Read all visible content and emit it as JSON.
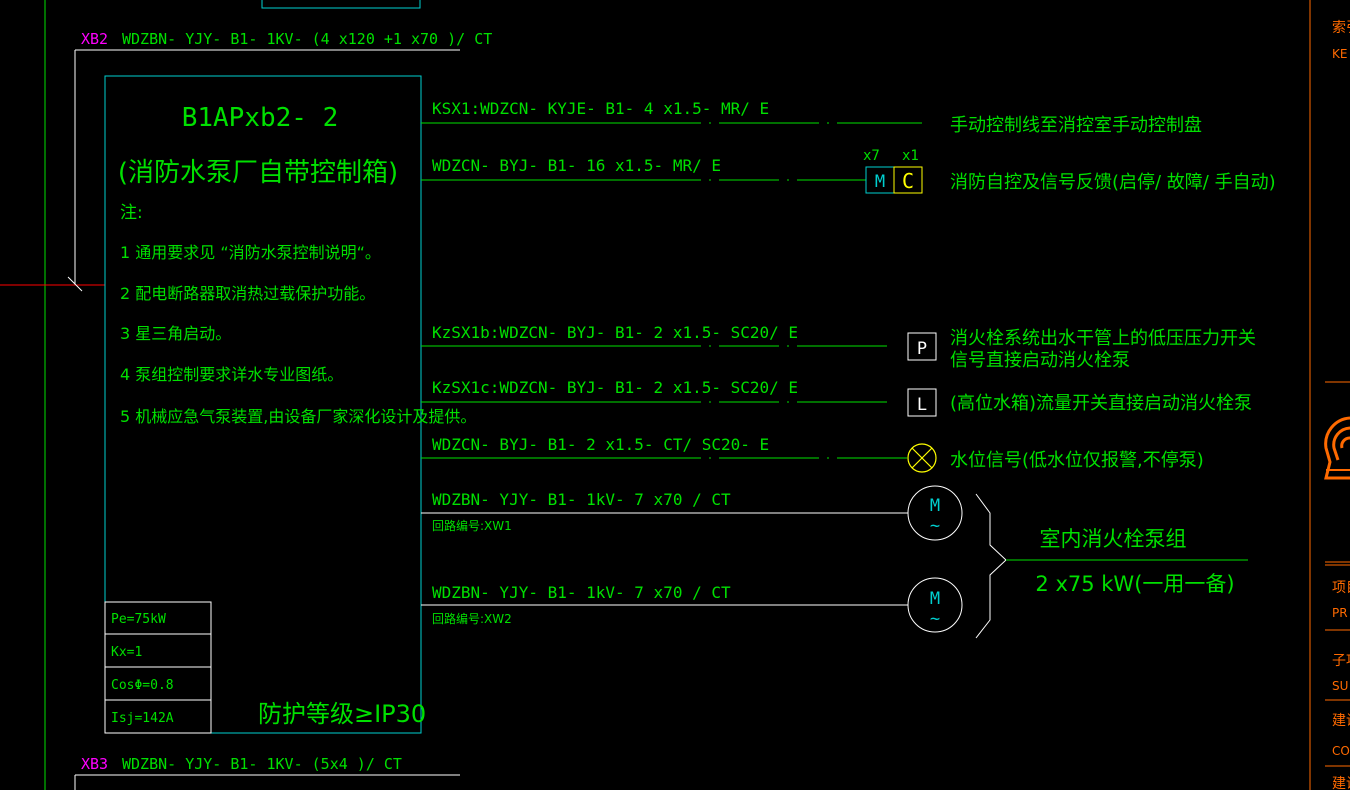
{
  "colors": {
    "cyan": "#00cfcf",
    "green": "#00e000",
    "magenta": "#ff00ff",
    "white": "#ffffff",
    "red": "#ff0000",
    "orange": "#ff6a00",
    "yellow": "#ffff00"
  },
  "feeders": {
    "xb2_tag": "XB2",
    "xb2_cable": "WDZBN- YJY- B1- 1KV- (4 x120 +1 x70 )/ CT",
    "xb3_tag": "XB3",
    "xb3_cable": "WDZBN- YJY- B1- 1KV- (5x4 )/ CT"
  },
  "panel": {
    "name": "B1APxb2- 2",
    "subtitle": "(消防水泵厂自带控制箱)",
    "notes_heading": "注:",
    "notes": [
      "1  通用要求见 “消防水泵控制说明“。",
      "2  配电断路器取消热过载保护功能。",
      "3  星三角启动。",
      "4  泵组控制要求详水专业图纸。",
      "5  机械应急气泵装置,由设备厂家深化设计及提供。"
    ],
    "params": [
      "Pe=75kW",
      "Kx=1",
      "CosΦ=0.8",
      "Isj=142A"
    ],
    "protection": "防护等级≥IP30"
  },
  "circuits": {
    "c1_cable": "KSX1:WDZCN- KYJE- B1- 4 x1.5- MR/ E",
    "c1_desc": "手动控制线至消控室手动控制盘",
    "c2_cable": "WDZCN- BYJ- B1- 16 x1.5- MR/ E",
    "c2_mark_left": "x7",
    "c2_mark_right": "x1",
    "c2_box_m": "M",
    "c2_box_c": "C",
    "c2_desc": "消防自控及信号反馈(启停/ 故障/ 手自动)",
    "c3_cable": "KzSX1b:WDZCN- BYJ- B1- 2 x1.5- SC20/ E",
    "c3_box": "P",
    "c3_desc_1": "消火栓系统出水干管上的低压压力开关",
    "c3_desc_2": "信号直接启动消火栓泵",
    "c4_cable": "KzSX1c:WDZCN- BYJ- B1- 2 x1.5- SC20/ E",
    "c4_box": "L",
    "c4_desc": "(高位水箱)流量开关直接启动消火栓泵",
    "c5_cable": "WDZCN- BYJ- B1- 2 x1.5- CT/ SC20- E",
    "c5_desc": "水位信号(低水位仅报警,不停泵)",
    "m1_cable": "WDZBN- YJY- B1- 1kV- 7 x70 / CT",
    "m1_loop": "回路编号:XW1",
    "m2_cable": "WDZBN- YJY- B1- 1kV- 7 x70 / CT",
    "m2_loop": "回路编号:XW2",
    "motor_symbol": "M",
    "motor_tilde": "~"
  },
  "pump_group": {
    "title": "室内消火栓泵组",
    "rating": "2 x75 kW(一用一备)"
  },
  "title_block": {
    "r1_cn": "索引",
    "r1_en": "KE",
    "r2_cn": "项目",
    "r2_en": "PR",
    "r3_cn": "子项",
    "r3_en": "SU",
    "r4_cn": "建设",
    "r4_en": "CO",
    "r5_cn": "建设"
  }
}
